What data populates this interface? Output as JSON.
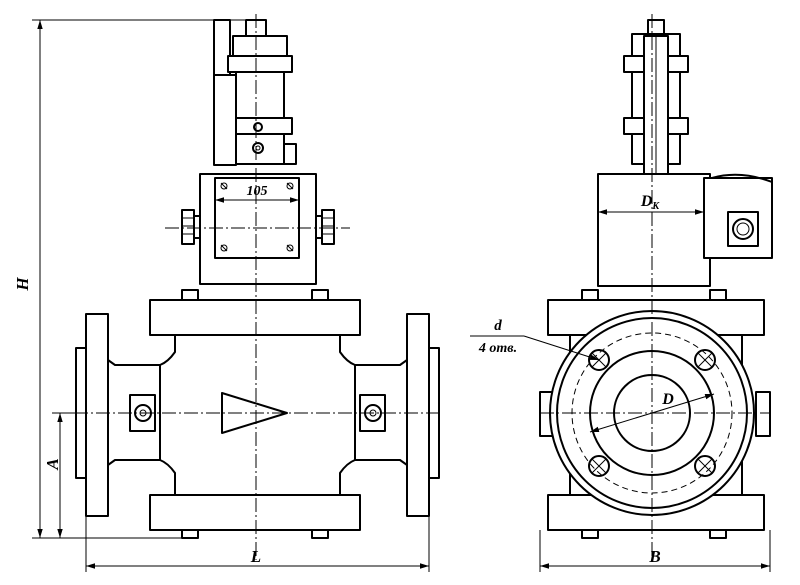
{
  "labels": {
    "dim_105": "105",
    "dim_dk_main": "D",
    "dim_dk_sub": "К",
    "dim_d": "d",
    "dim_holes": "4 отв.",
    "dim_D": "D",
    "dim_H": "H",
    "dim_A": "A",
    "dim_L": "L",
    "dim_B": "B"
  }
}
